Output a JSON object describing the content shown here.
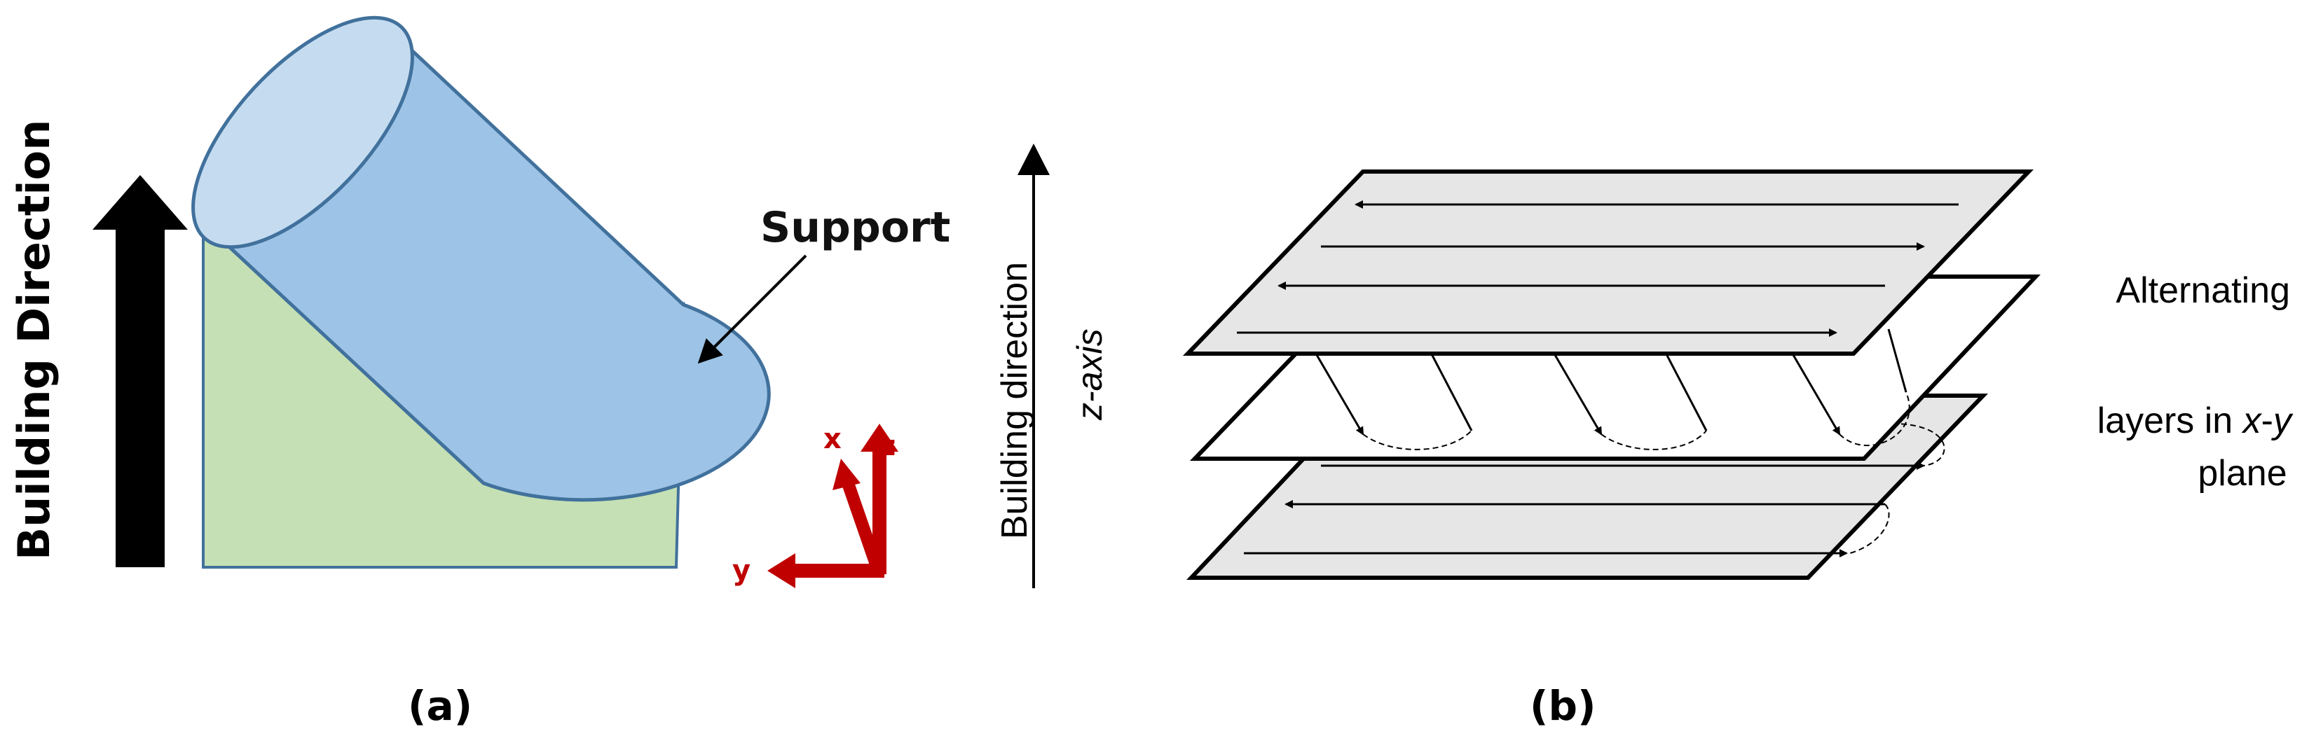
{
  "panel_a": {
    "building_direction": "Building Direction",
    "support_label": "Support",
    "axis_x": "x",
    "axis_y": "y",
    "axis_z": "z",
    "caption": "(a)",
    "colors": {
      "cylinder": "#9dc3e6",
      "cylinder_top": "#c5dcf0",
      "support": "#c5e0b4",
      "outline": "#41719c",
      "axes": "#c00000",
      "arrow": "#000000"
    }
  },
  "panel_b": {
    "building_direction": "Building direction",
    "z_axis": "z-axis",
    "side_label_line1": "Alternating",
    "side_label_line2_prefix": "layers in ",
    "side_label_line2_x": "x",
    "side_label_line2_dash": "-",
    "side_label_line2_y": "y",
    "side_label_line3": "plane",
    "caption": "(b)",
    "colors": {
      "layer_fill": "#e6e6e6",
      "layer_stroke": "#000000"
    }
  }
}
